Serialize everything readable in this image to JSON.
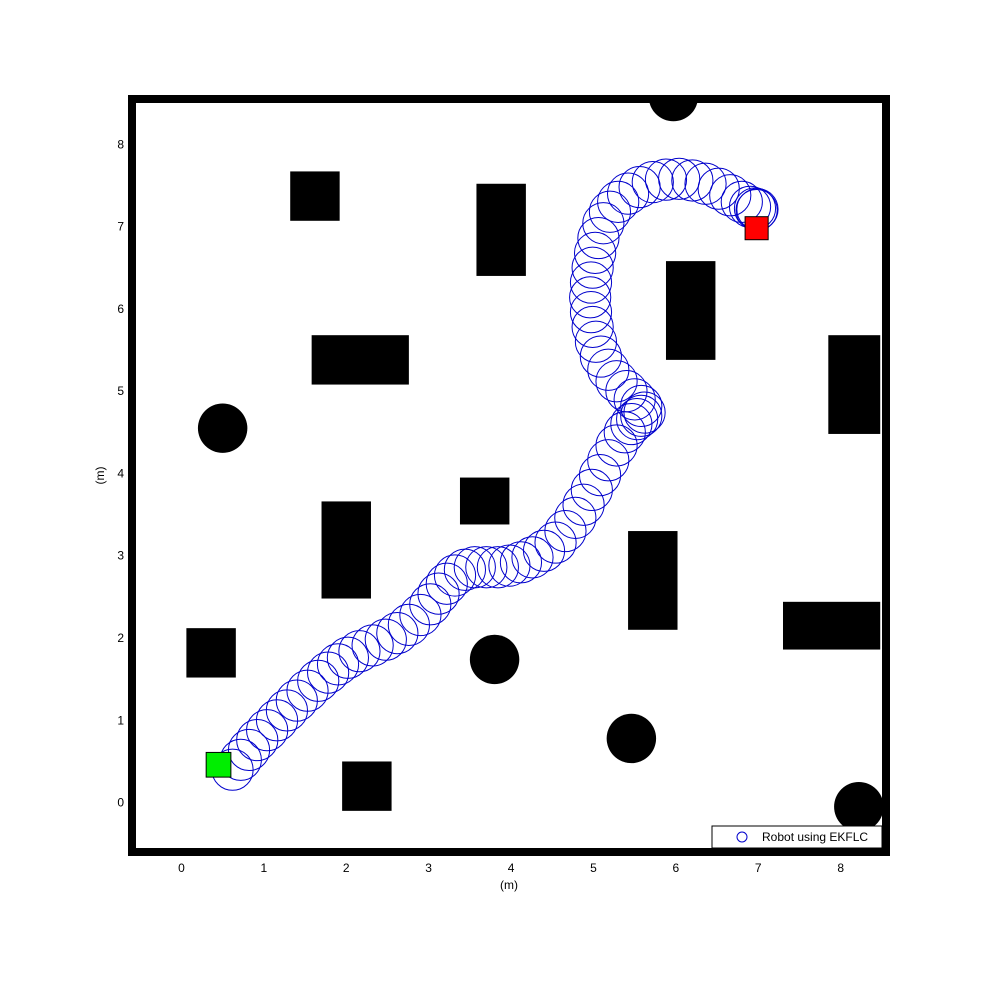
{
  "chart_data": {
    "type": "scatter",
    "title": "",
    "xlabel": "(m)",
    "ylabel": "(m)",
    "xlim": [
      -0.6,
      8.55
    ],
    "ylim": [
      -0.6,
      8.55
    ],
    "xticks": [
      0,
      1,
      2,
      3,
      4,
      5,
      6,
      7,
      8
    ],
    "yticks": [
      0,
      1,
      2,
      3,
      4,
      5,
      6,
      7,
      8
    ],
    "grid": false,
    "legend_position": "bottom-right",
    "colors": {
      "trajectory": "#0000cc",
      "obstacle": "#000000",
      "start": "#00ee00",
      "goal": "#ff0000",
      "wall": "#000000"
    },
    "robot_radius": 0.25,
    "series": [
      {
        "name": "Robot using EKFLC",
        "x": [
          0.62,
          0.72,
          0.82,
          0.92,
          1.04,
          1.16,
          1.28,
          1.4,
          1.53,
          1.66,
          1.78,
          1.9,
          2.02,
          2.16,
          2.32,
          2.48,
          2.62,
          2.76,
          2.9,
          3.02,
          3.12,
          3.22,
          3.32,
          3.44,
          3.56,
          3.7,
          3.84,
          3.98,
          4.12,
          4.26,
          4.4,
          4.54,
          4.66,
          4.78,
          4.88,
          4.98,
          5.08,
          5.18,
          5.28,
          5.38,
          5.46,
          5.53,
          5.58,
          5.62,
          5.58,
          5.5,
          5.4,
          5.28,
          5.18,
          5.09,
          5.03,
          4.99,
          4.97,
          4.96,
          4.97,
          4.99,
          5.02,
          5.06,
          5.12,
          5.2,
          5.3,
          5.42,
          5.56,
          5.72,
          5.88,
          6.04,
          6.2,
          6.36,
          6.52,
          6.66,
          6.8,
          6.9,
          6.96,
          6.99,
          6.98
        ],
        "y": [
          0.4,
          0.52,
          0.64,
          0.76,
          0.88,
          1.0,
          1.12,
          1.24,
          1.36,
          1.48,
          1.58,
          1.68,
          1.76,
          1.84,
          1.91,
          1.98,
          2.06,
          2.16,
          2.28,
          2.41,
          2.54,
          2.66,
          2.76,
          2.83,
          2.86,
          2.86,
          2.86,
          2.88,
          2.92,
          2.98,
          3.06,
          3.16,
          3.3,
          3.46,
          3.62,
          3.8,
          3.98,
          4.16,
          4.34,
          4.5,
          4.6,
          4.66,
          4.7,
          4.74,
          4.82,
          4.9,
          5.0,
          5.12,
          5.26,
          5.42,
          5.6,
          5.78,
          5.96,
          6.14,
          6.32,
          6.5,
          6.68,
          6.86,
          7.04,
          7.18,
          7.3,
          7.4,
          7.48,
          7.54,
          7.57,
          7.58,
          7.56,
          7.52,
          7.46,
          7.38,
          7.3,
          7.24,
          7.22,
          7.21,
          7.2
        ]
      }
    ],
    "obstacles": {
      "rectangles": [
        {
          "x0": 1.32,
          "x1": 1.92,
          "y0": 7.07,
          "y1": 7.67
        },
        {
          "x0": 3.58,
          "x1": 4.18,
          "y0": 6.4,
          "y1": 7.52
        },
        {
          "x0": 1.58,
          "x1": 2.76,
          "y0": 5.08,
          "y1": 5.68
        },
        {
          "x0": 5.88,
          "x1": 6.48,
          "y0": 5.38,
          "y1": 6.58
        },
        {
          "x0": 7.85,
          "x1": 8.48,
          "y0": 4.48,
          "y1": 5.68
        },
        {
          "x0": 3.38,
          "x1": 3.98,
          "y0": 3.38,
          "y1": 3.95
        },
        {
          "x0": 1.7,
          "x1": 2.3,
          "y0": 2.48,
          "y1": 3.66
        },
        {
          "x0": 5.42,
          "x1": 6.02,
          "y0": 2.1,
          "y1": 3.3
        },
        {
          "x0": 7.3,
          "x1": 8.48,
          "y0": 1.86,
          "y1": 2.44
        },
        {
          "x0": 0.06,
          "x1": 0.66,
          "y0": 1.52,
          "y1": 2.12
        },
        {
          "x0": 1.95,
          "x1": 2.55,
          "y0": -0.1,
          "y1": 0.5
        }
      ],
      "circles": [
        {
          "cx": 5.97,
          "cy": 8.58,
          "r": 0.3
        },
        {
          "cx": 0.5,
          "cy": 4.55,
          "r": 0.3
        },
        {
          "cx": 3.8,
          "cy": 1.74,
          "r": 0.3
        },
        {
          "cx": 5.46,
          "cy": 0.78,
          "r": 0.3
        },
        {
          "cx": 8.22,
          "cy": -0.05,
          "r": 0.3
        }
      ]
    },
    "start": {
      "x": 0.45,
      "y": 0.46,
      "size": 0.3
    },
    "goal": {
      "x": 6.98,
      "y": 6.98,
      "size": 0.28
    }
  }
}
